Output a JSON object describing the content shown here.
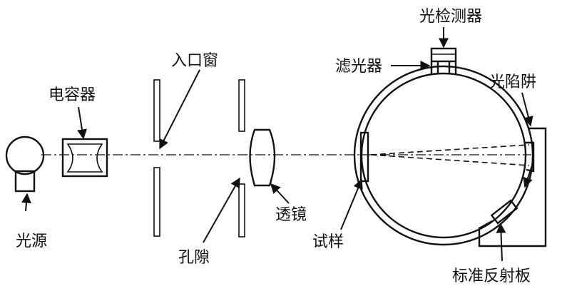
{
  "labels": {
    "light_source": "光源",
    "capacitor": "电容器",
    "entrance_window": "入口窗",
    "aperture": "孔隙",
    "lens": "透镜",
    "sample": "试样",
    "filter": "滤光器",
    "photodetector": "光检测器",
    "light_trap": "光陷阱",
    "standard_reflector": "标准反射板"
  }
}
